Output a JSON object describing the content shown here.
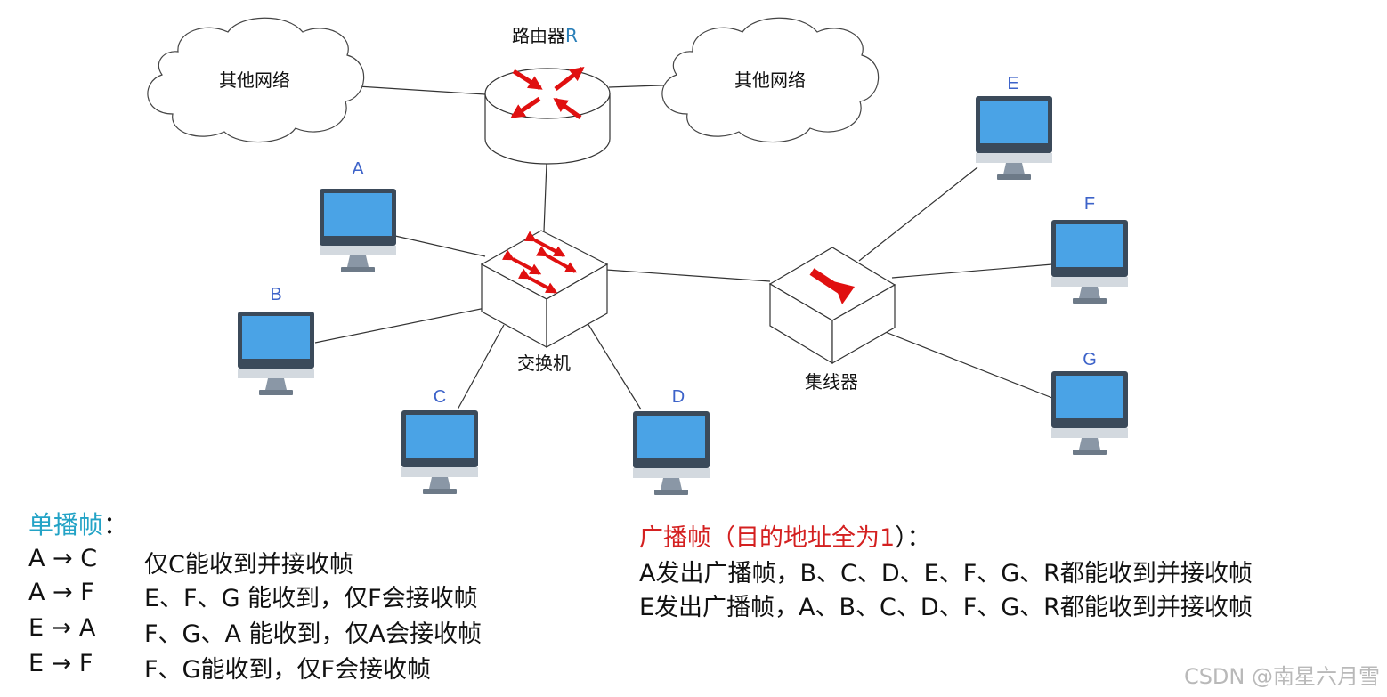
{
  "nodes": {
    "router": {
      "label": "路由器",
      "suffix": "R"
    },
    "switch": {
      "label": "交换机"
    },
    "hub": {
      "label": "集线器"
    },
    "cloud_left": {
      "label": "其他网络"
    },
    "cloud_right": {
      "label": "其他网络"
    },
    "hosts": [
      "A",
      "B",
      "C",
      "D",
      "E",
      "F",
      "G"
    ]
  },
  "unicast": {
    "title": "单播帧",
    "colon": "：",
    "rows": [
      {
        "pair": "A → C",
        "desc": "仅C能收到并接收帧"
      },
      {
        "pair": "A → F",
        "desc": "E、F、G 能收到，仅F会接收帧"
      },
      {
        "pair": "E → A",
        "desc": "F、G、A 能收到，仅A会接收帧"
      },
      {
        "pair": "E → F",
        "desc": "F、G能收到，仅F会接收帧"
      }
    ]
  },
  "broadcast": {
    "title_prefix": "广播帧（",
    "title_red": "目的地址全为1",
    "title_suffix": "）：",
    "line1": "A发出广播帧，B、C、D、E、F、G、R都能收到并接收帧",
    "line2": "E发出广播帧，A、B、C、D、F、G、R都能收到并接收帧"
  },
  "watermark": "CSDN @南星六月雪",
  "colors": {
    "screen": "#4aa3e6",
    "monitor_frame": "#3b4a5a",
    "stand": "#8a97a6",
    "arrow": "#e01010",
    "host_label": "#3d63c9",
    "unicast_title": "#23a3c6",
    "broadcast_title": "#d42020"
  }
}
